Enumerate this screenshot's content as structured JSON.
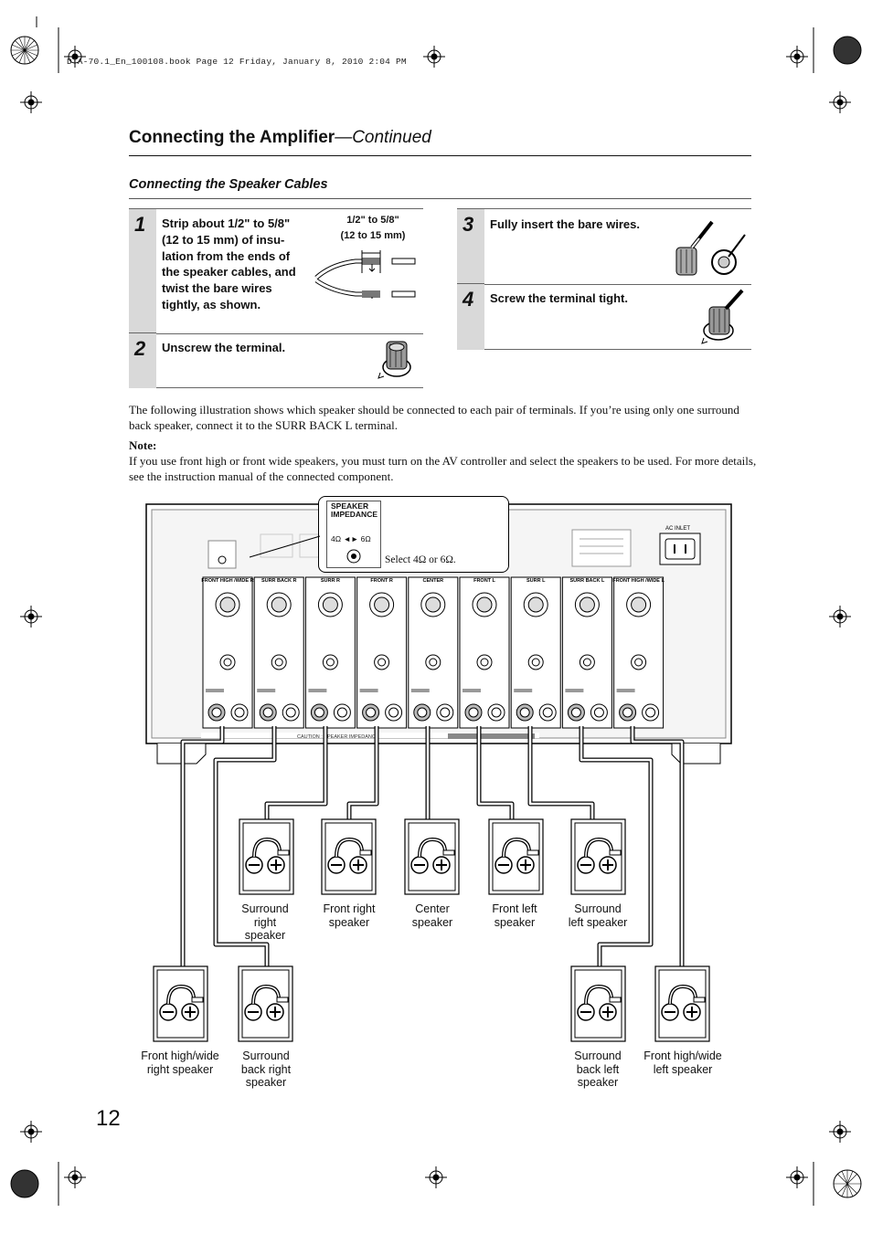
{
  "header": {
    "file_line": "DTA-70.1_En_100108.book  Page 12  Friday, January 8, 2010  2:04 PM"
  },
  "page": {
    "title": "Connecting the Amplifier",
    "title_suffix": "—Continued",
    "section": "Connecting the Speaker Cables",
    "number": "12"
  },
  "steps": [
    {
      "num": "1",
      "text": "Strip about 1/2\" to 5/8\" (12 to 15 mm) of insu-lation from the ends of the speaker cables, and twist the bare wires tightly, as shown."
    },
    {
      "num": "2",
      "text": "Unscrew the terminal."
    },
    {
      "num": "3",
      "text": "Fully insert the bare wires."
    },
    {
      "num": "4",
      "text": "Screw the terminal tight."
    }
  ],
  "strip_label": {
    "line1": "1/2\" to 5/8\"",
    "line2": "(12 to 15 mm)"
  },
  "paragraphs": {
    "intro": "The following illustration shows which speaker should be connected to each pair of terminals. If you’re using only one surround back speaker, connect it to the SURR BACK L terminal.",
    "note_label": "Note:",
    "note_text": "If you use front high or front wide speakers, you must turn on the AV controller and select the speakers to be used. For more details, see the instruction manual of the connected component."
  },
  "impedance": {
    "title_line1": "SPEAKER",
    "title_line2": "IMPEDANCE",
    "switch": "4Ω ◄► 6Ω",
    "select": "Select 4Ω or 6Ω."
  },
  "panel": {
    "channels": [
      "FRONT HIGH /WIDE R",
      "SURR BACK R",
      "SURR R",
      "FRONT R",
      "CENTER",
      "FRONT L",
      "SURR L",
      "SURR BACK L",
      "FRONT HIGH /WIDE L"
    ],
    "ac_inlet": "AC INLET",
    "caution": "CAUTION : SPEAKER IMPEDANCE"
  },
  "speakers": {
    "surround_right": "Surround right speaker",
    "front_right": "Front right speaker",
    "center": "Center speaker",
    "front_left": "Front left speaker",
    "surround_left": "Surround left speaker",
    "front_hw_right": "Front high/wide right speaker",
    "surround_back_right": "Surround back right speaker",
    "surround_back_left": "Surround back left speaker",
    "front_hw_left": "Front high/wide left speaker"
  }
}
